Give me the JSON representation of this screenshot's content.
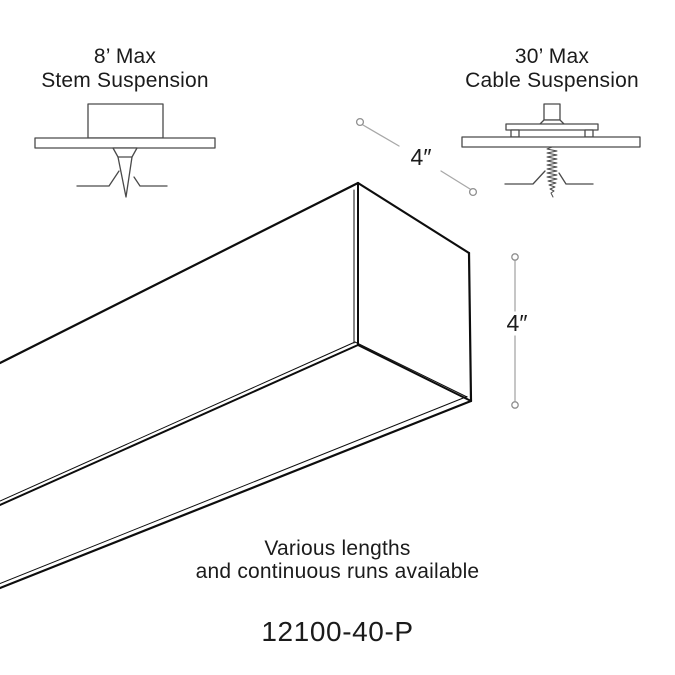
{
  "diagram": {
    "stem_mount": {
      "title_line1": "8’ Max",
      "title_line2": "Stem Suspension"
    },
    "cable_mount": {
      "title_line1": "30’ Max",
      "title_line2": "Cable Suspension"
    },
    "width_dimension_label": "4″",
    "height_dimension_label": "4″",
    "note_line1": "Various lengths",
    "note_line2": "and continuous runs available",
    "model_number": "12100-40-P"
  },
  "colors": {
    "background": "#ffffff",
    "fixture_line": "#0d0d0d",
    "mount_drawing_line": "#4a4a4a",
    "dimension_line": "#a8a8a8",
    "text": "#1b1b1b"
  },
  "icons": {
    "stem_mount_drawing": "stem-canopy-with-mounting-spike",
    "cable_mount_drawing": "cable-gripper-canopy-with-threaded-stud",
    "fixture_drawing": "linear-pendant-fixture-3d",
    "dimension_markers": "circle-ended-dimension-lines"
  }
}
